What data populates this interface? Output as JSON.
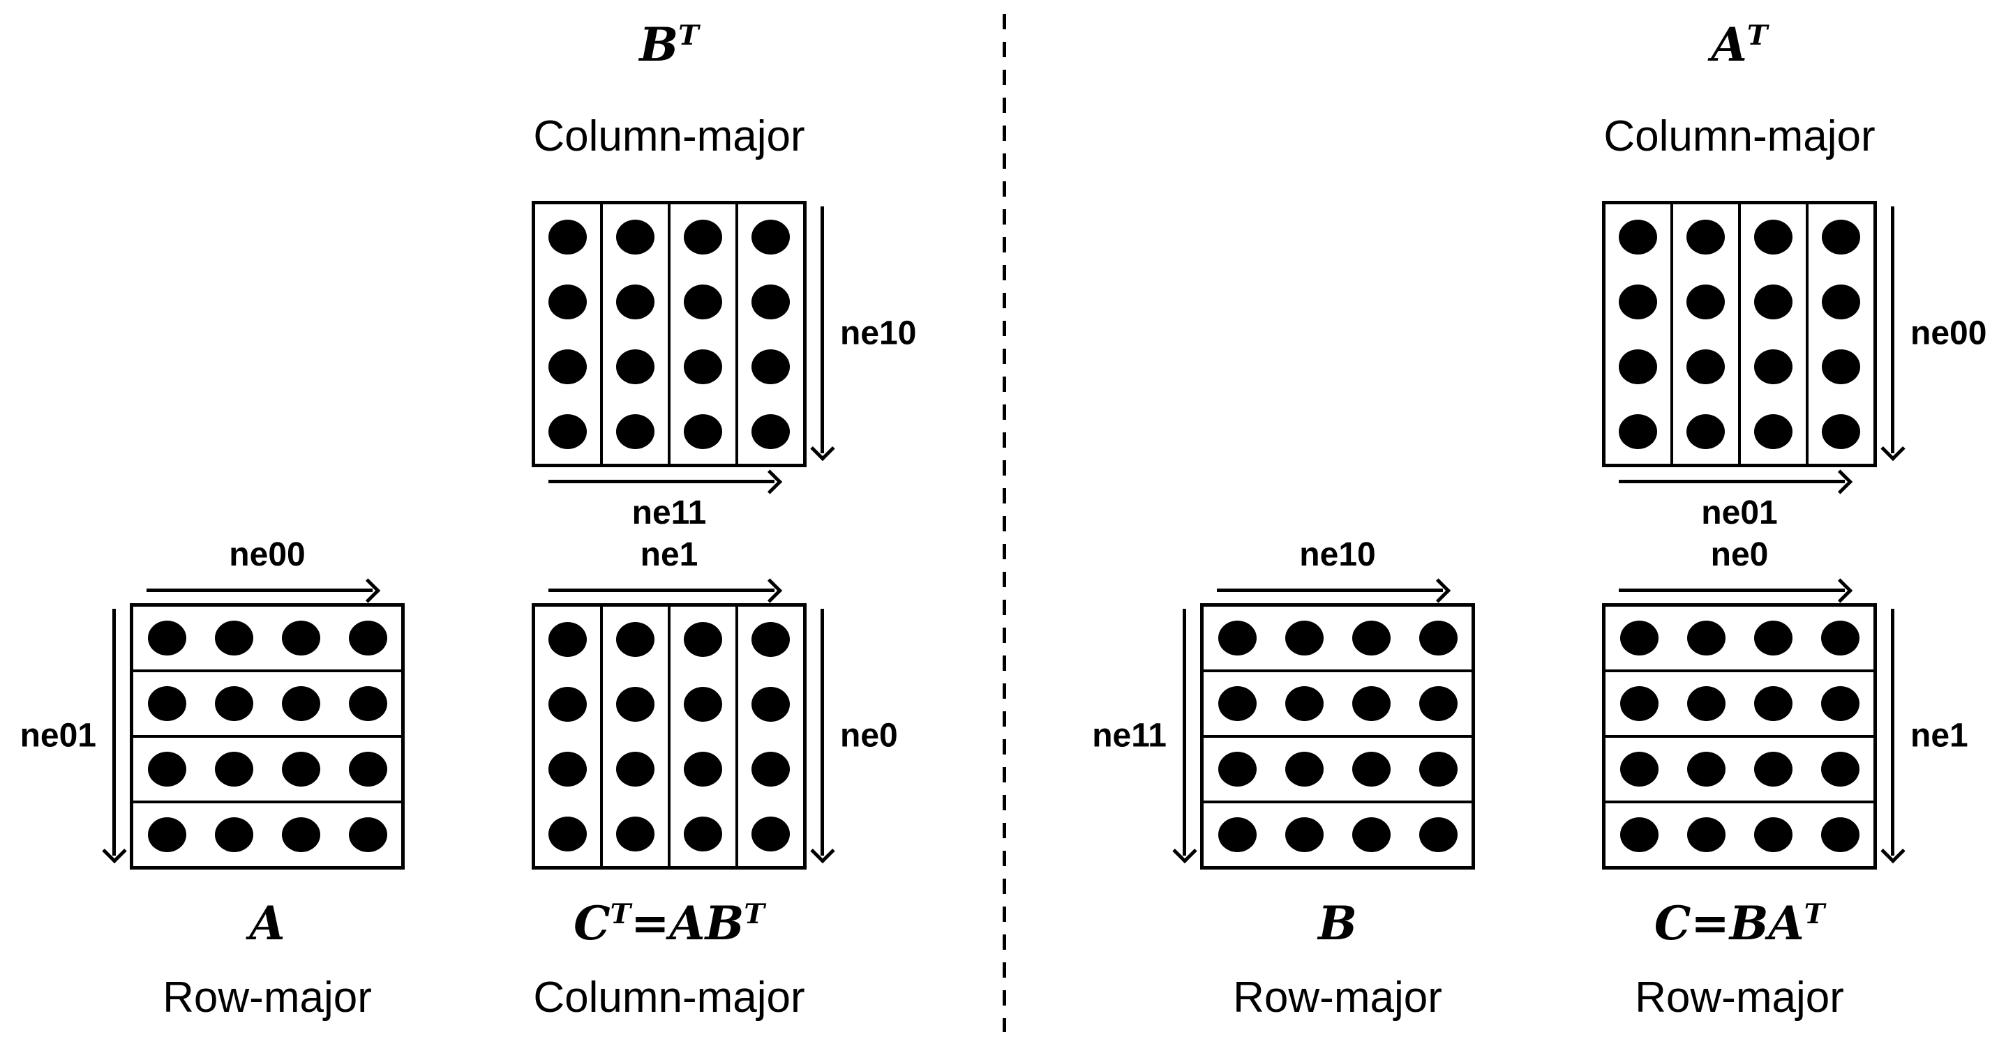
{
  "grid": {
    "rows": 4,
    "cols": 4
  },
  "colors": {
    "ink": "#000000",
    "background": "#ffffff"
  },
  "panels": {
    "left": {
      "top": {
        "title": "B^T",
        "subtitle": "Column-major",
        "vertical_label": "ne10",
        "horizontal_label": "ne11"
      },
      "input": {
        "title": "A",
        "subtitle": "Row-major",
        "horizontal_label": "ne00",
        "vertical_label": "ne01"
      },
      "output": {
        "title": "C^T=AB^T",
        "subtitle": "Column-major",
        "horizontal_label": "ne1",
        "vertical_label": "ne0"
      }
    },
    "right": {
      "top": {
        "title": "A^T",
        "subtitle": "Column-major",
        "vertical_label": "ne00",
        "horizontal_label": "ne01"
      },
      "input": {
        "title": "B",
        "subtitle": "Row-major",
        "horizontal_label": "ne10",
        "vertical_label": "ne11"
      },
      "output": {
        "title": "C=BA^T",
        "subtitle": "Row-major",
        "horizontal_label": "ne0",
        "vertical_label": "ne1"
      }
    }
  }
}
